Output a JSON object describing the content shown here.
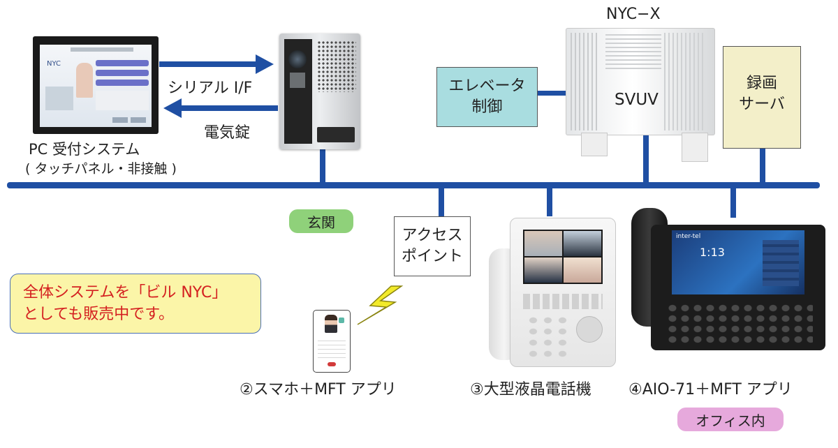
{
  "colors": {
    "bus": "#1f4fa3",
    "elevator_box": "#a9dde0",
    "recorder_box": "#f3efc9",
    "entrance_pill": "#8fd17a",
    "office_pill": "#e6a9dc",
    "notice_bg": "#fbf5a8",
    "notice_text": "#d42020",
    "lightning": "#f2ea2a"
  },
  "reception": {
    "label_line1": "PC 受付システム",
    "label_line2": "( タッチパネル・非接触 )"
  },
  "links": {
    "serial": "シリアル I/F",
    "lock": "電気錠"
  },
  "pbx": {
    "title": "NYC−X",
    "unit": "SVUV"
  },
  "elevator": {
    "line1": "エレベータ",
    "line2": "制御"
  },
  "recorder": {
    "line1": "録画",
    "line2": "サーバ"
  },
  "access_point": {
    "line1": "アクセス",
    "line2": "ポイント"
  },
  "entrance_tag": "玄関",
  "office_tag": "オフィス内",
  "notice": {
    "line1": "全体システムを「ビル NYC」",
    "line2": "としても販売中です。"
  },
  "devices": {
    "smartphone": "②スマホ＋MFT アプリ",
    "large_lcd": "③大型液晶電話機",
    "aio": "④AIO-71＋MFT アプリ"
  },
  "aio_screen": {
    "brand": "inter-tel",
    "time": "1:13"
  }
}
